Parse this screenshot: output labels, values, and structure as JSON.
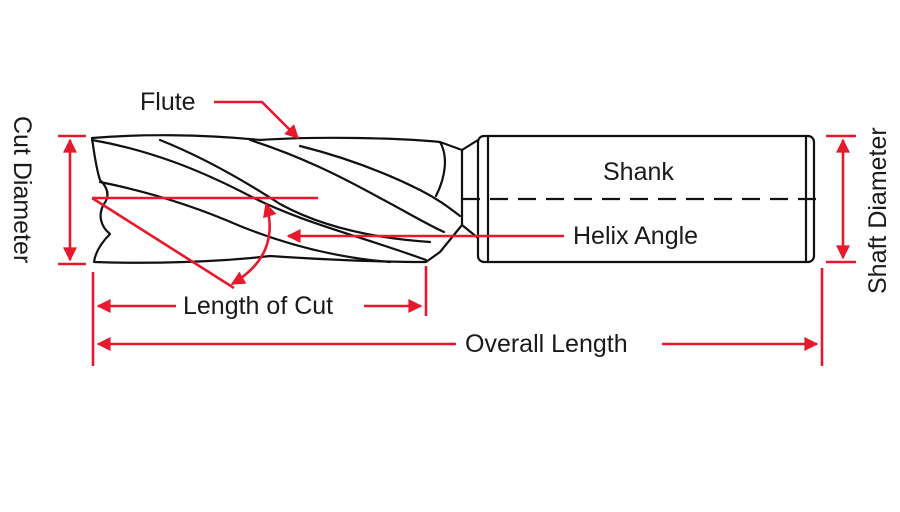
{
  "labels": {
    "flute": "Flute",
    "shank": "Shank",
    "helix_angle": "Helix Angle",
    "length_of_cut": "Length of Cut",
    "overall_length": "Overall Length",
    "cut_diameter": "Cut Diameter",
    "shaft_diameter": "Shaft Diameter"
  },
  "colors": {
    "dimension": "#e8192c",
    "outline": "#111111",
    "background": "#ffffff"
  }
}
